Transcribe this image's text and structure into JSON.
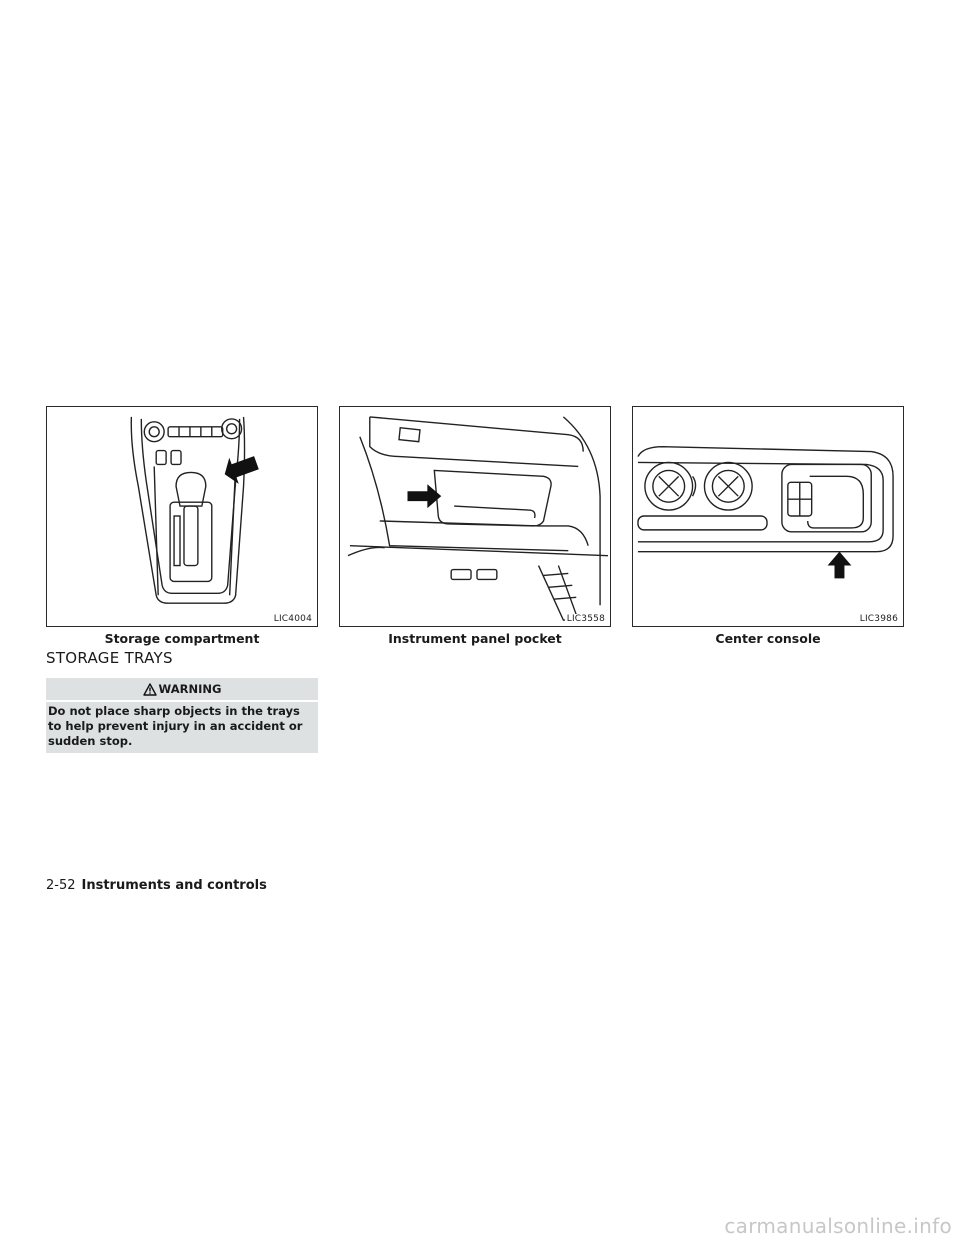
{
  "figures": [
    {
      "code": "LIC4004",
      "caption": "Storage compartment"
    },
    {
      "code": "LIC3558",
      "caption": "Instrument panel pocket"
    },
    {
      "code": "LIC3986",
      "caption": "Center console"
    }
  ],
  "section": {
    "title": "STORAGE TRAYS"
  },
  "warning": {
    "label": "WARNING",
    "text": "Do not place sharp objects in the trays to help prevent injury in an accident or sudden stop."
  },
  "footer": {
    "page_number": "2-52",
    "section_name": "Instruments and controls"
  },
  "watermark": "carmanualsonline.info"
}
